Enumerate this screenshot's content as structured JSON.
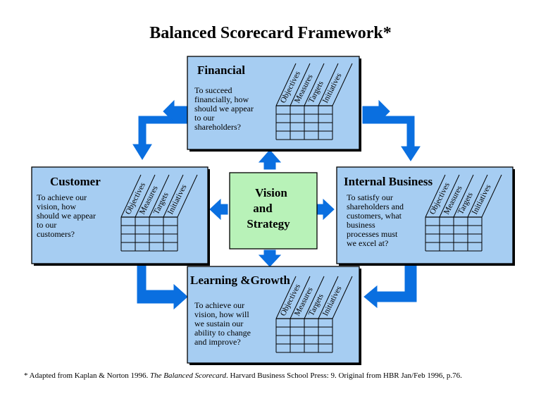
{
  "title": "Balanced Scorecard Framework*",
  "center": {
    "lines": [
      "Vision",
      "and",
      "Strategy"
    ]
  },
  "column_headers": [
    "Objectives",
    "Measures",
    "Targets",
    "Initiatives"
  ],
  "boxes": {
    "financial": {
      "title": "Financial",
      "lines": [
        "To succeed",
        "financially, how",
        "should we appear",
        "to our",
        "shareholders?"
      ]
    },
    "customer": {
      "title": "Customer",
      "lines": [
        "To achieve our",
        "vision, how",
        "should we appear",
        "to our",
        "customers?"
      ]
    },
    "internal": {
      "title": "Internal Business",
      "lines": [
        "To satisfy our",
        "shareholders and",
        "customers, what",
        "business",
        "processes must",
        "we excel at?"
      ]
    },
    "learning": {
      "title": "Learning &Growth",
      "lines": [
        "To achieve our",
        "vision, how will",
        "we sustain our",
        "ability to change",
        "and improve?"
      ]
    }
  },
  "footnote": {
    "prefix": "* Adapted from Kaplan & Norton 1996.",
    "book": "The Balanced Scorecard",
    "suffix": ". Harvard Business School Press: 9. Original from HBR Jan/Feb 1996, p.76."
  },
  "colors": {
    "box_fill": "#a6cdf2",
    "center_fill": "#b8f2b8",
    "arrow": "#0a6fe0",
    "line": "#000000"
  }
}
